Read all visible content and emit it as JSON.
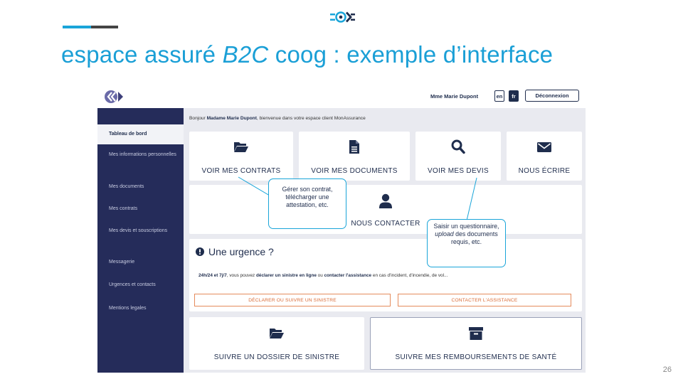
{
  "slide": {
    "title_part1": "espace assuré ",
    "title_em": "B2C",
    "title_part2": " coog : exemple d’interface",
    "page_number": "26",
    "accent_color": "#1aa5d9"
  },
  "header": {
    "user_name": "Mme Marie Dupont",
    "lang_en": "en",
    "lang_fr": "fr",
    "logout_label": "Déconnexion"
  },
  "sidebar": {
    "items": [
      {
        "label": "Tableau de bord"
      },
      {
        "label": "Mes informations personnelles"
      },
      {
        "label": "Mes documents"
      },
      {
        "label": "Mes contrats"
      },
      {
        "label": "Mes devis et souscriptions"
      },
      {
        "label": "Messagerie"
      },
      {
        "label": "Urgences et contacts"
      },
      {
        "label": "Mentions legales"
      }
    ]
  },
  "greeting": {
    "prefix": "Bonjour ",
    "name": "Madame Marie Dupont",
    "suffix": ", bienvenue dans votre espace client MonAssurance"
  },
  "tiles": {
    "contrats": "VOIR MES CONTRATS",
    "documents": "VOIR MES DOCUMENTS",
    "devis": "VOIR MES DEVIS",
    "ecrire": "NOUS ÉCRIRE",
    "contacter": "NOUS CONTACTER",
    "sinistre": "SUIVRE UN DOSSIER DE SINISTRE",
    "remboursements": "SUIVRE MES REMBOURSEMENTS DE SANTÉ"
  },
  "urgence": {
    "title": "Une urgence ?",
    "t1": "24h/24 et 7j/7",
    "t2": ", vous pouvez ",
    "t3": "déclarer un sinistre en ligne",
    "t4": " ou ",
    "t5": "contacter l'assistance",
    "t6": " en cas d'incident, d'incendie, de vol...",
    "btn_sinistre": "DÉCLARER OU SUIVRE UN SINISTRE",
    "btn_assistance": "CONTACTER L'ASSISTANCE"
  },
  "callouts": {
    "contrat": "Gérer son contrat, télécharger une attestation, etc.",
    "devis_1": "Saisir un questionnaire, ",
    "devis_em": "upload",
    "devis_2": " des documents requis, etc."
  }
}
